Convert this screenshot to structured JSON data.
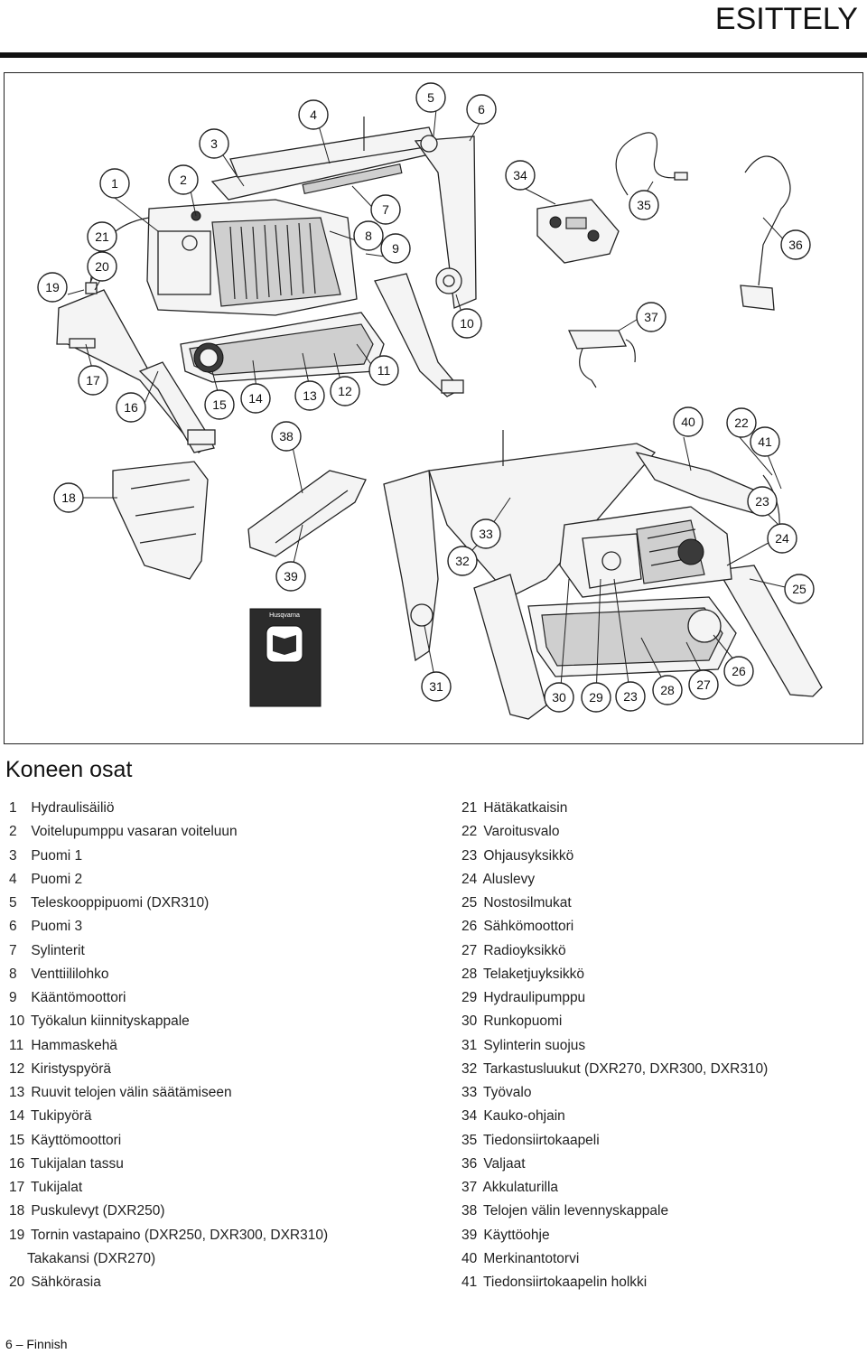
{
  "header": {
    "title": "ESITTELY"
  },
  "section": {
    "title": "Koneen osat"
  },
  "parts_left": [
    {
      "num": "1",
      "label": "Hydraulisäiliö"
    },
    {
      "num": "2",
      "label": " Voitelupumppu vasaran voiteluun"
    },
    {
      "num": "3",
      "label": "Puomi 1"
    },
    {
      "num": "4",
      "label": "Puomi 2"
    },
    {
      "num": "5",
      "label": "Teleskooppipuomi (DXR310)"
    },
    {
      "num": "6",
      "label": "Puomi 3"
    },
    {
      "num": "7",
      "label": "Sylinterit"
    },
    {
      "num": "8",
      "label": " Venttiililohko"
    },
    {
      "num": "9",
      "label": "Kääntömoottori"
    },
    {
      "num": "10",
      "label": "Työkalun kiinnityskappale"
    },
    {
      "num": "11",
      "label": "Hammaskehä"
    },
    {
      "num": "12",
      "label": "Kiristyspyörä"
    },
    {
      "num": "13",
      "label": "Ruuvit telojen välin säätämiseen"
    },
    {
      "num": "14",
      "label": "Tukipyörä"
    },
    {
      "num": "15",
      "label": "Käyttömoottori"
    },
    {
      "num": "16",
      "label": "Tukijalan tassu"
    },
    {
      "num": "17",
      "label": "Tukijalat"
    },
    {
      "num": "18",
      "label": "Puskulevyt (DXR250)"
    },
    {
      "num": "19",
      "label": "Tornin vastapaino (DXR250, DXR300, DXR310)"
    },
    {
      "num": "",
      "label": "Takakansi (DXR270)"
    },
    {
      "num": "20",
      "label": "Sähkörasia"
    }
  ],
  "parts_right": [
    {
      "num": "21",
      "label": "Hätäkatkaisin"
    },
    {
      "num": "22",
      "label": "Varoitusvalo"
    },
    {
      "num": "23",
      "label": "Ohjausyksikkö"
    },
    {
      "num": "24",
      "label": "Aluslevy"
    },
    {
      "num": "25",
      "label": "Nostosilmukat"
    },
    {
      "num": "26",
      "label": "Sähkömoottori"
    },
    {
      "num": "27",
      "label": "Radioyksikkö"
    },
    {
      "num": "28",
      "label": " Telaketjuyksikkö"
    },
    {
      "num": "29",
      "label": "Hydraulipumppu"
    },
    {
      "num": "30",
      "label": "Runkopuomi"
    },
    {
      "num": "31",
      "label": "Sylinterin suojus"
    },
    {
      "num": "32",
      "label": "Tarkastusluukut (DXR270, DXR300, DXR310)"
    },
    {
      "num": "33",
      "label": "Työvalo"
    },
    {
      "num": "34",
      "label": "Kauko-ohjain"
    },
    {
      "num": "35",
      "label": "Tiedonsiirtokaapeli"
    },
    {
      "num": "36",
      "label": "Valjaat"
    },
    {
      "num": "37",
      "label": "Akkulaturilla"
    },
    {
      "num": "38",
      "label": " Telojen välin levennyskappale"
    },
    {
      "num": "39",
      "label": "Käyttöohje"
    },
    {
      "num": "40",
      "label": "Merkinantotorvi"
    },
    {
      "num": "41",
      "label": "Tiedonsiirtokaapelin holkki"
    }
  ],
  "callouts": [
    "1",
    "2",
    "3",
    "4",
    "5",
    "6",
    "7",
    "8",
    "9",
    "10",
    "11",
    "12",
    "13",
    "14",
    "15",
    "16",
    "17",
    "18",
    "19",
    "20",
    "21",
    "34",
    "35",
    "36",
    "37",
    "38",
    "39",
    "40",
    "22",
    "41",
    "23",
    "24",
    "25",
    "26",
    "27",
    "28",
    "23",
    "29",
    "30",
    "31",
    "32",
    "33"
  ],
  "manual": {
    "brand": "Husqvarna"
  },
  "footer": {
    "page": "6",
    "separator": "–",
    "language": "Finnish"
  }
}
